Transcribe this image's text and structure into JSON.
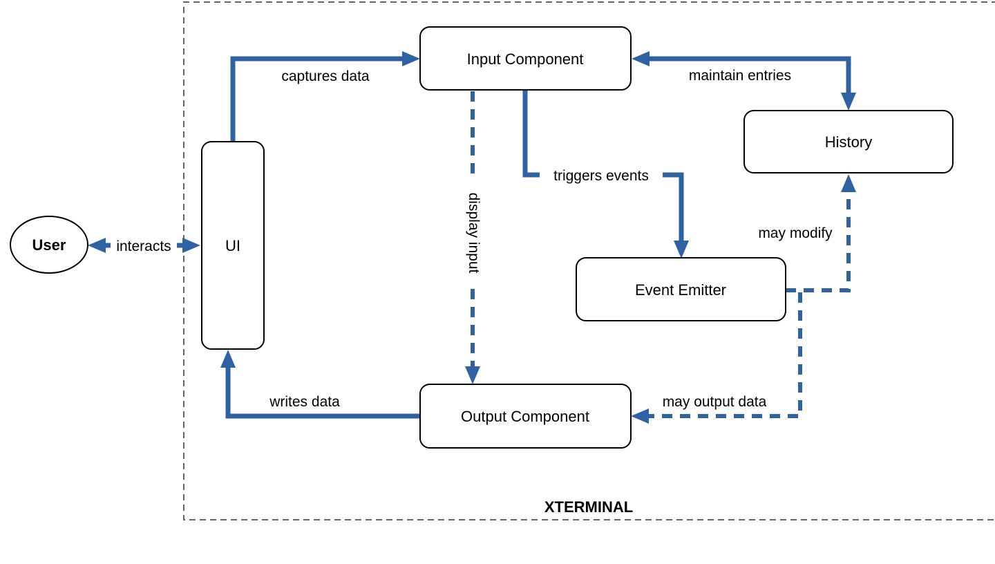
{
  "diagram": {
    "title": "XTERMINAL",
    "nodes": {
      "user": {
        "label": "User",
        "shape": "ellipse"
      },
      "ui": {
        "label": "UI",
        "shape": "rounded-rect"
      },
      "input": {
        "label": "Input Component",
        "shape": "rounded-rect"
      },
      "history": {
        "label": "History",
        "shape": "rounded-rect"
      },
      "event_emitter": {
        "label": "Event Emitter",
        "shape": "rounded-rect"
      },
      "output": {
        "label": "Output Component",
        "shape": "rounded-rect"
      }
    },
    "edges": {
      "interacts": {
        "label": "interacts",
        "from": "user",
        "to": "ui",
        "style": "solid",
        "direction": "both"
      },
      "captures_data": {
        "label": "captures data",
        "from": "ui",
        "to": "input",
        "style": "solid",
        "direction": "forward"
      },
      "maintain_entries": {
        "label": "maintain entries",
        "from": "history",
        "to": "input",
        "style": "solid",
        "direction": "both"
      },
      "triggers_events": {
        "label": "triggers events",
        "from": "input",
        "to": "event_emitter",
        "style": "solid",
        "direction": "forward"
      },
      "display_input": {
        "label": "display input",
        "from": "input",
        "to": "output",
        "style": "dashed",
        "direction": "forward"
      },
      "may_modify": {
        "label": "may modify",
        "from": "event_emitter",
        "to": "history",
        "style": "dashed",
        "direction": "forward"
      },
      "may_output_data": {
        "label": "may output data",
        "from": "event_emitter",
        "to": "output",
        "style": "dashed",
        "direction": "forward"
      },
      "writes_data": {
        "label": "writes data",
        "from": "output",
        "to": "ui",
        "style": "solid",
        "direction": "forward"
      }
    },
    "colors": {
      "arrow": "#2F62A2",
      "boundary": "#666666",
      "node_border": "#000000",
      "node_fill": "#FFFFFF",
      "text": "#000000"
    }
  }
}
